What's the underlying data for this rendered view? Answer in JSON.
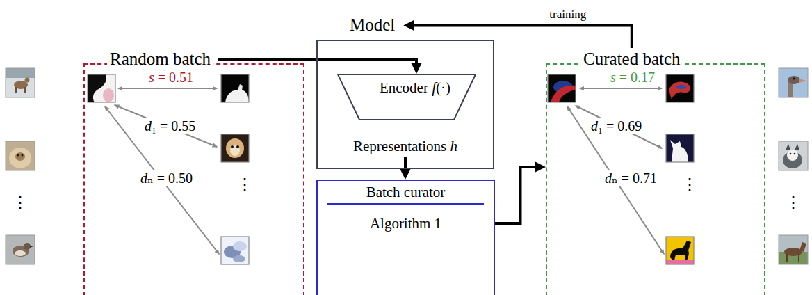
{
  "diagram": {
    "nodes": [
      {
        "text": [
          "Random batch"
        ]
      },
      {
        "text": [
          "Model",
          "Representations h"
        ]
      },
      {
        "text": [
          "Encoder f(·)"
        ],
        "in": 1
      },
      {
        "text": [
          "Batch curator",
          "Algorithm 1"
        ]
      },
      {
        "text": [
          "Curated batch"
        ]
      }
    ],
    "edges": [
      {
        "from": 0,
        "to": 2,
        "arrow": "to"
      },
      {
        "from": 1,
        "to": 3,
        "arrow": "to"
      },
      {
        "from": 3,
        "to": 4,
        "arrow": "to"
      },
      {
        "from": 4,
        "to": 1,
        "arrow": "to",
        "label": "training"
      }
    ],
    "labels": [
      "⋮",
      "s = 0.51",
      "d₁ = 0.55",
      "dₙ = 0.50",
      "⋮",
      "s = 0.17",
      "d₁ = 0.69",
      "dₙ = 0.71",
      "⋮",
      "⋮"
    ]
  }
}
